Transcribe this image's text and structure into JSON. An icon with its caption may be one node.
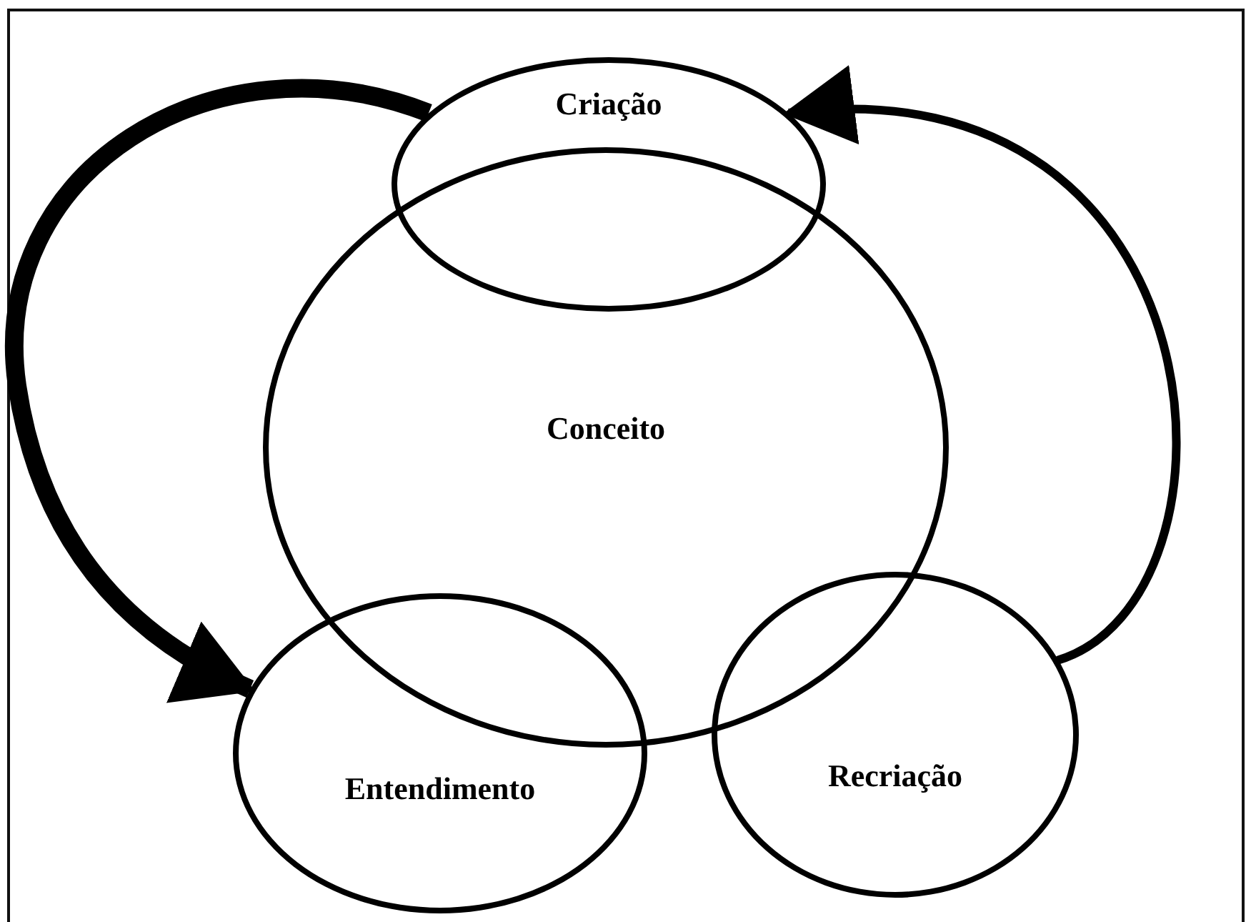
{
  "diagram": {
    "nodes": [
      {
        "text": [
          "Criação"
        ]
      },
      {
        "text": [
          "Conceito"
        ]
      },
      {
        "text": [
          "Entendimento"
        ]
      },
      {
        "text": [
          "Recriação"
        ]
      }
    ],
    "edges": [
      {
        "from": 0,
        "to": 2,
        "arrow": "to",
        "style": "thick"
      },
      {
        "from": 3,
        "to": 0,
        "arrow": "to"
      }
    ]
  }
}
